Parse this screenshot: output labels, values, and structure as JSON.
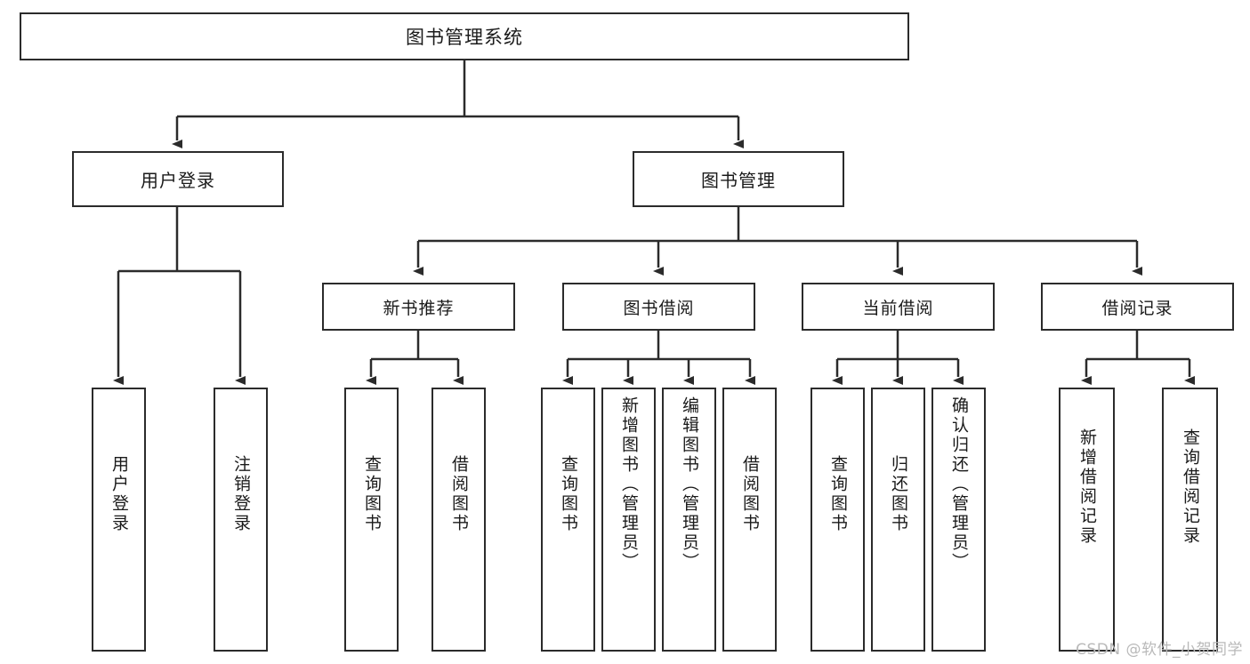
{
  "diagram": {
    "type": "tree",
    "title": "图书管理系统",
    "colors": {
      "stroke": "#2b2b2b",
      "box_fill": "#ffffff",
      "text": "#1a1a1a",
      "watermark": "#b9b9b9",
      "background": "#ffffff"
    },
    "root": {
      "id": "root",
      "label": "图书管理系统",
      "orientation": "horizontal"
    },
    "level2": [
      {
        "id": "user-login",
        "label": "用户登录",
        "orientation": "horizontal"
      },
      {
        "id": "book-manage",
        "label": "图书管理",
        "orientation": "horizontal"
      }
    ],
    "level3": [
      {
        "id": "new-book-recommend",
        "label": "新书推荐",
        "orientation": "horizontal",
        "parent": "book-manage"
      },
      {
        "id": "book-borrow",
        "label": "图书借阅",
        "orientation": "horizontal",
        "parent": "book-manage"
      },
      {
        "id": "current-borrow",
        "label": "当前借阅",
        "orientation": "horizontal",
        "parent": "book-manage"
      },
      {
        "id": "borrow-record",
        "label": "借阅记录",
        "orientation": "horizontal",
        "parent": "book-manage"
      }
    ],
    "leaves": [
      {
        "id": "leaf-user-login",
        "label": "用户登录",
        "orientation": "vertical",
        "parent": "user-login"
      },
      {
        "id": "leaf-user-logout",
        "label": "注销登录",
        "orientation": "vertical",
        "parent": "user-login"
      },
      {
        "id": "leaf-query-book-1",
        "label": "查询图书",
        "orientation": "vertical",
        "parent": "new-book-recommend"
      },
      {
        "id": "leaf-borrow-book-1",
        "label": "借阅图书",
        "orientation": "vertical",
        "parent": "new-book-recommend"
      },
      {
        "id": "leaf-query-book-2",
        "label": "查询图书",
        "orientation": "vertical",
        "parent": "book-borrow"
      },
      {
        "id": "leaf-add-book",
        "label": "新增图书（管理员）",
        "orientation": "vertical",
        "parent": "book-borrow"
      },
      {
        "id": "leaf-edit-book",
        "label": "编辑图书（管理员）",
        "orientation": "vertical",
        "parent": "book-borrow"
      },
      {
        "id": "leaf-borrow-book-2",
        "label": "借阅图书",
        "orientation": "vertical",
        "parent": "book-borrow"
      },
      {
        "id": "leaf-query-book-3",
        "label": "查询图书",
        "orientation": "vertical",
        "parent": "current-borrow"
      },
      {
        "id": "leaf-return-book",
        "label": "归还图书",
        "orientation": "vertical",
        "parent": "current-borrow"
      },
      {
        "id": "leaf-confirm-return",
        "label": "确认归还（管理员）",
        "orientation": "vertical",
        "parent": "current-borrow"
      },
      {
        "id": "leaf-add-record",
        "label": "新增借阅记录",
        "orientation": "vertical",
        "parent": "borrow-record"
      },
      {
        "id": "leaf-query-record",
        "label": "查询借阅记录",
        "orientation": "vertical",
        "parent": "borrow-record"
      }
    ],
    "watermark": "CSDN @软件_小贺同学"
  }
}
